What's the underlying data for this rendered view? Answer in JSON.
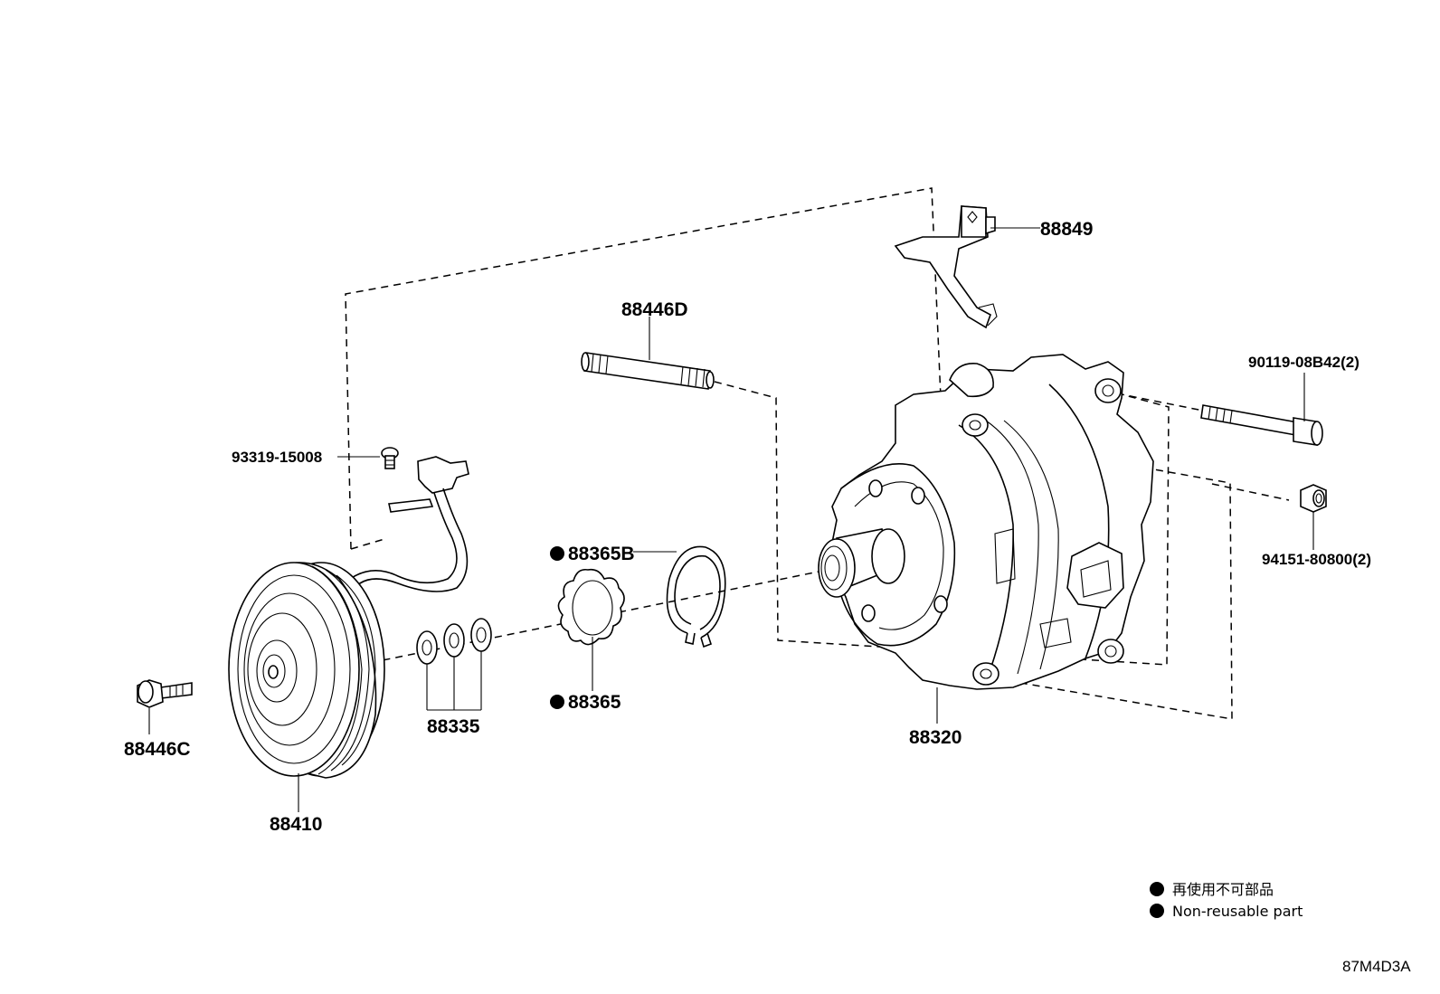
{
  "labels": {
    "p88849": "88849",
    "p88446d": "88446D",
    "p90119": "90119-08B42(2)",
    "p93319": "93319-15008",
    "p88365b": "88365B",
    "p94151": "94151-80800(2)",
    "p88335": "88335",
    "p88365": "88365",
    "p88446c": "88446C",
    "p88320": "88320",
    "p88410": "88410"
  },
  "legend": {
    "line1": "再使用不可部品",
    "line2": "Non-reusable part"
  },
  "diagram_code": "87M4D3A",
  "colors": {
    "ink": "#000000",
    "background": "#ffffff"
  }
}
